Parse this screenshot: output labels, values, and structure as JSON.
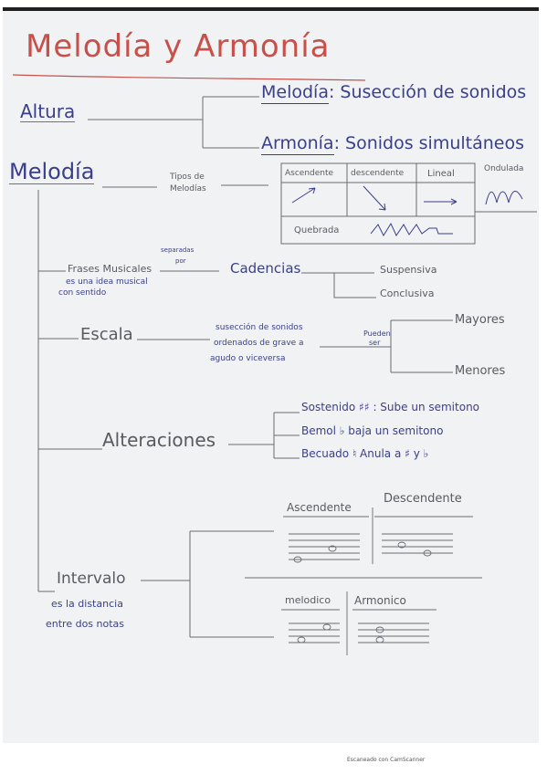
{
  "title": "Melodía y Armonía",
  "altura": {
    "label": "Altura",
    "melodia_term": "Melodía",
    "melodia_def": ": Susección de sonidos",
    "armonia_term": "Armonía",
    "armonia_def": ": Sonidos simultáneos"
  },
  "melodia": {
    "label": "Melodía",
    "tipos_label": [
      "Tipos de",
      "Melodías"
    ],
    "tipos": [
      "Ascendente",
      "descendente",
      "Lineal",
      "Ondulada",
      "Quebrada"
    ]
  },
  "frases": {
    "label": "Frases Musicales",
    "desc": [
      "es una idea musical",
      "con sentido"
    ],
    "separadas": [
      "separadas",
      "por"
    ],
    "cadencias": "Cadencias",
    "suspensiva": "Suspensiva",
    "conclusiva": "Conclusiva"
  },
  "escala": {
    "label": "Escala",
    "desc": [
      "susección de sonidos",
      "ordenados de grave a",
      "agudo o viceversa"
    ],
    "pueden_ser": [
      "Pueden",
      "ser"
    ],
    "mayores": "Mayores",
    "menores": "Menores"
  },
  "alteraciones": {
    "label": "Alteraciones",
    "sostenido": "Sostenido ♯♯ : Sube un semitono",
    "bemol": "Bemol ♭ baja un semitono",
    "becuadro": "Becuado ♮ Anula a ♯ y ♭"
  },
  "intervalo": {
    "label": "Intervalo",
    "desc": [
      "es la distancia",
      "entre dos notas"
    ],
    "ascendente": "Ascendente",
    "descendente": "Descendente",
    "melodico": "melodico",
    "armonico": "Armonico"
  },
  "colors": {
    "red": "#c8504a",
    "blue": "#3a3f8a",
    "pencil": "#5a5a62",
    "paper": "#f1f2f4"
  },
  "footer": "Escaneado con CamScanner"
}
